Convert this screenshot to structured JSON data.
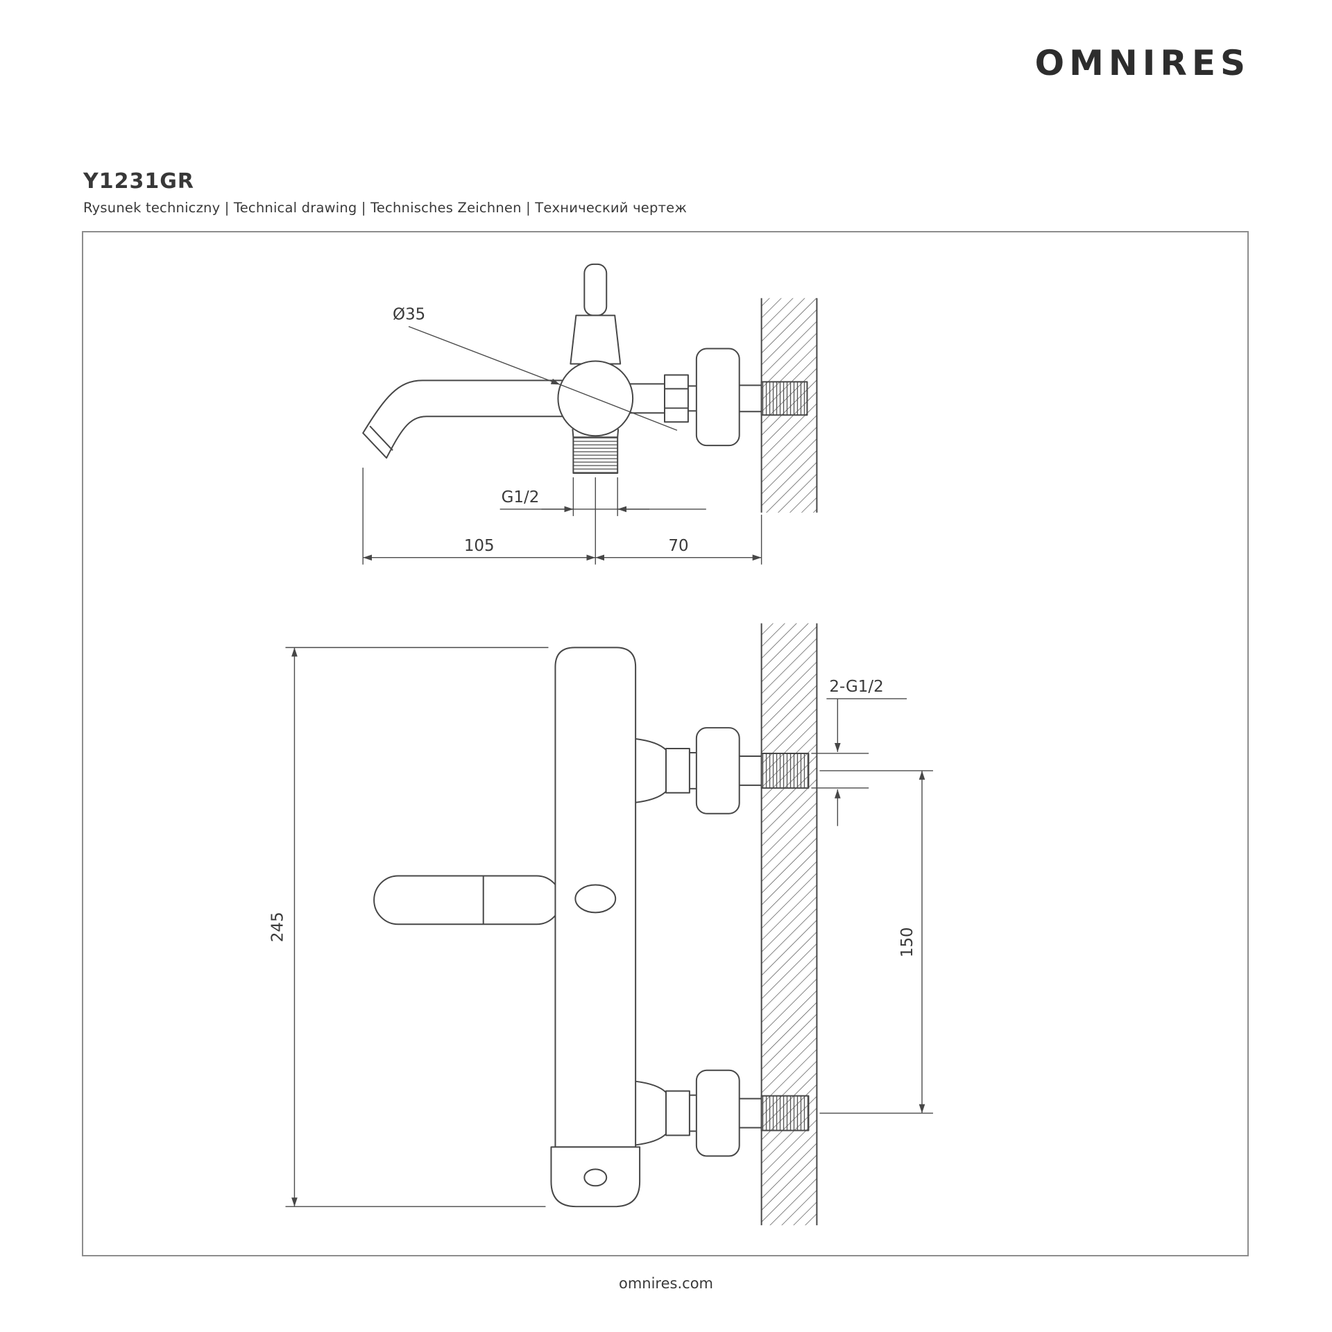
{
  "header": {
    "brand": "OMNIRES"
  },
  "title": {
    "code": "Y1231GR",
    "subtitle": "Rysunek techniczny | Technical drawing | Technisches Zeichnen | Технический чертеж"
  },
  "drawing": {
    "dimensions": {
      "spout_diameter": "Ø35",
      "spout_thread": "G1/2",
      "spout_length": "105",
      "spout_wall_distance": "70",
      "inlet_threads": "2-G1/2",
      "body_height": "245",
      "inlet_spacing": "150"
    }
  },
  "footer": {
    "url": "omnires.com"
  }
}
